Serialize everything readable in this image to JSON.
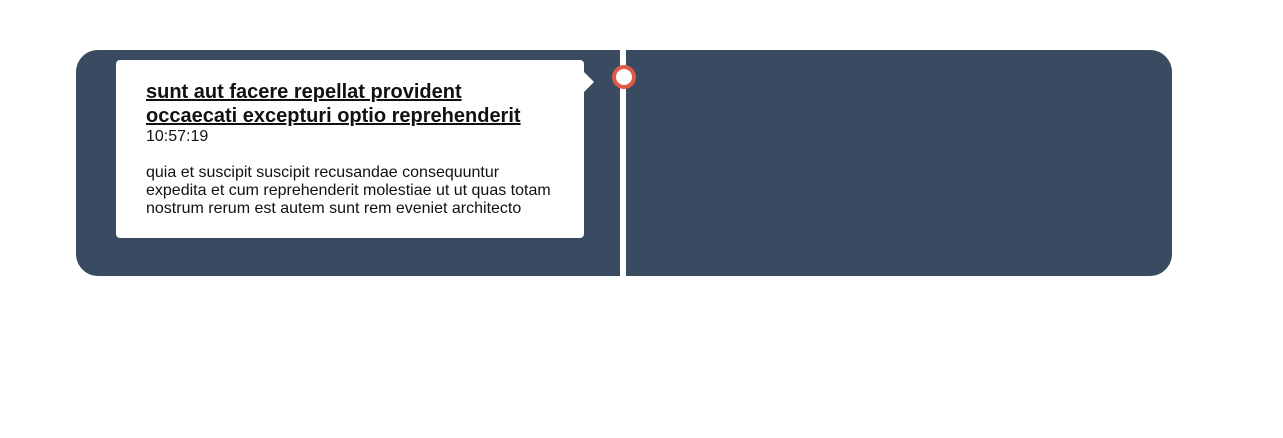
{
  "timeline": {
    "accent_color": "#e05a48",
    "background_color": "#3a4a61",
    "events": [
      {
        "title": "sunt aut facere repellat provident occaecati excepturi optio reprehenderit",
        "time": "10:57:19",
        "body": "quia et suscipit suscipit recusandae consequuntur expedita et cum reprehenderit molestiae ut ut quas totam nostrum rerum est autem sunt rem eveniet architecto"
      }
    ]
  }
}
